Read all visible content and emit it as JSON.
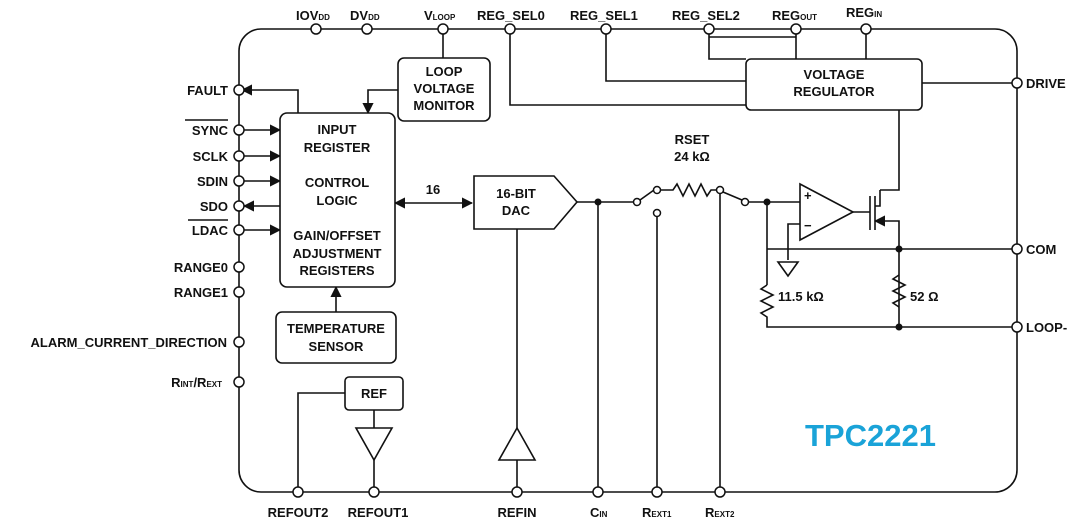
{
  "pins": {
    "top": {
      "iovdd_main": "IOV",
      "iovdd_sub": "DD",
      "dvdd_main": "DV",
      "dvdd_sub": "DD",
      "vloop_main": "V",
      "vloop_sub": "LOOP",
      "reg_sel0": "REG_SEL0",
      "reg_sel1": "REG_SEL1",
      "reg_sel2": "REG_SEL2",
      "regout_main": "REG",
      "regout_sub": "OUT",
      "regin_main": "REG",
      "regin_sub": "IN"
    },
    "left": {
      "fault": "FAULT",
      "sync": "SYNC",
      "sclk": "SCLK",
      "sdin": "SDIN",
      "sdo": "SDO",
      "ldac": "LDAC",
      "range0": "RANGE0",
      "range1": "RANGE1",
      "alarm": "ALARM_CURRENT_DIRECTION",
      "rint_main": "R",
      "rint_sub": "INT",
      "rint_slash": "/R",
      "rext_sub": "EXT"
    },
    "right": {
      "drive": "DRIVE",
      "com": "COM",
      "loop_minus": "LOOP-"
    },
    "bottom": {
      "refout2": "REFOUT2",
      "refout1": "REFOUT1",
      "refin": "REFIN",
      "cin_main": "C",
      "cin_sub": "IN",
      "rext1_main": "R",
      "rext1_sub": "EXT1",
      "rext2_main": "R",
      "rext2_sub": "EXT2"
    }
  },
  "blocks": {
    "loop_monitor": [
      "LOOP",
      "VOLTAGE",
      "MONITOR"
    ],
    "voltage_regulator": [
      "VOLTAGE",
      "REGULATOR"
    ],
    "input_register": [
      "INPUT",
      "REGISTER",
      "CONTROL",
      "LOGIC",
      "GAIN/OFFSET",
      "ADJUSTMENT",
      "REGISTERS"
    ],
    "dac": [
      "16-BIT",
      "DAC"
    ],
    "temp_sensor": [
      "TEMPERATURE",
      "SENSOR"
    ],
    "ref": "REF"
  },
  "annotations": {
    "bus_width": "16",
    "rset_name": "RSET",
    "rset_value": "24 kΩ",
    "r_feedback": "11.5 kΩ",
    "r_sense": "52 Ω",
    "opamp_plus": "+",
    "opamp_minus": "−"
  },
  "brand": "TPC2221",
  "colors": {
    "brand": "#1aa3d8",
    "line": "#111111"
  }
}
